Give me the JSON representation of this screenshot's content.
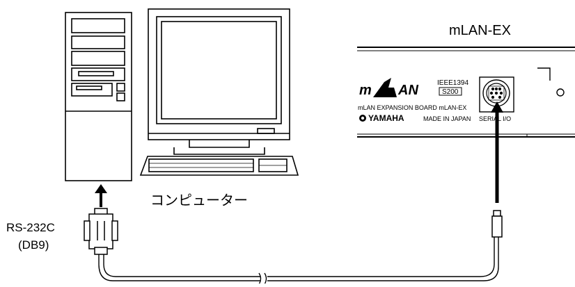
{
  "labels": {
    "device_title": "mLAN-EX",
    "computer": "コンピューター",
    "connector_line1": "RS-232C",
    "connector_line2": "(DB9)"
  },
  "panel": {
    "logo_text": "mLAN",
    "ieee": "IEEE1394",
    "speed": "S200",
    "board_name": "mLAN EXPANSION BOARD mLAN-EX",
    "brand": "YAMAHA",
    "made_in": "MADE IN JAPAN",
    "port_label": "SERIAL I/O"
  },
  "colors": {
    "line": "#000000",
    "background": "#ffffff"
  }
}
